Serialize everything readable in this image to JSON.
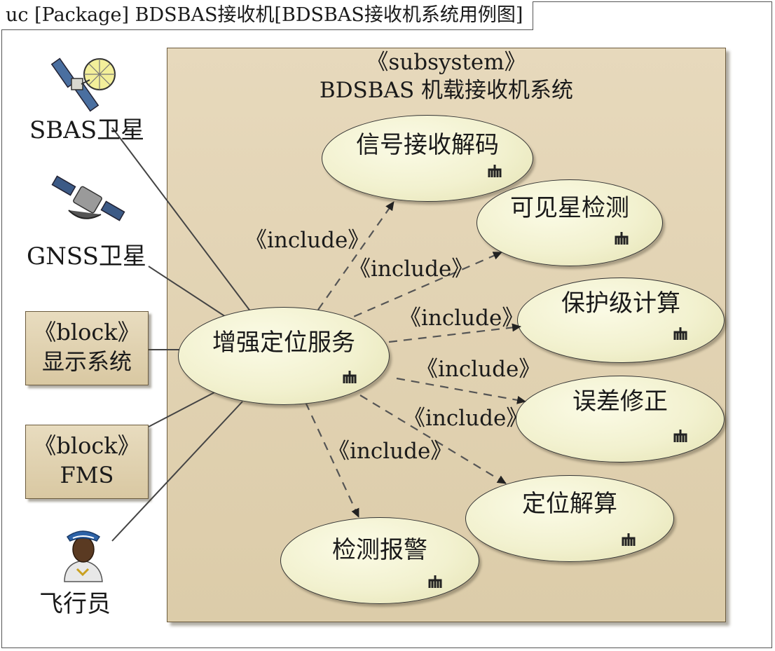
{
  "diagram_title": "uc [Package] BDSBAS接收机[BDSBAS接收机系统用例图]",
  "subsystem": {
    "stereotype": "《subsystem》",
    "name": "BDSBAS 机载接收机系统"
  },
  "actors": {
    "sbas": "SBAS卫星",
    "gnss": "GNSS卫星",
    "pilot": "飞行员"
  },
  "blocks": {
    "display": {
      "stereotype": "《block》",
      "name": "显示系统"
    },
    "fms": {
      "stereotype": "《block》",
      "name": "FMS"
    }
  },
  "use_cases": {
    "main": "增强定位服务",
    "signal": "信号接收解码",
    "visible": "可见星检测",
    "protection": "保护级计算",
    "error": "误差修正",
    "position": "定位解算",
    "alarm": "检测报警"
  },
  "relations": {
    "include_label": "《include》"
  },
  "icons": {
    "use_case_marker": "fork-icon",
    "sbas": "satellite-dish-icon",
    "gnss": "satellite-icon",
    "pilot": "pilot-icon"
  }
}
